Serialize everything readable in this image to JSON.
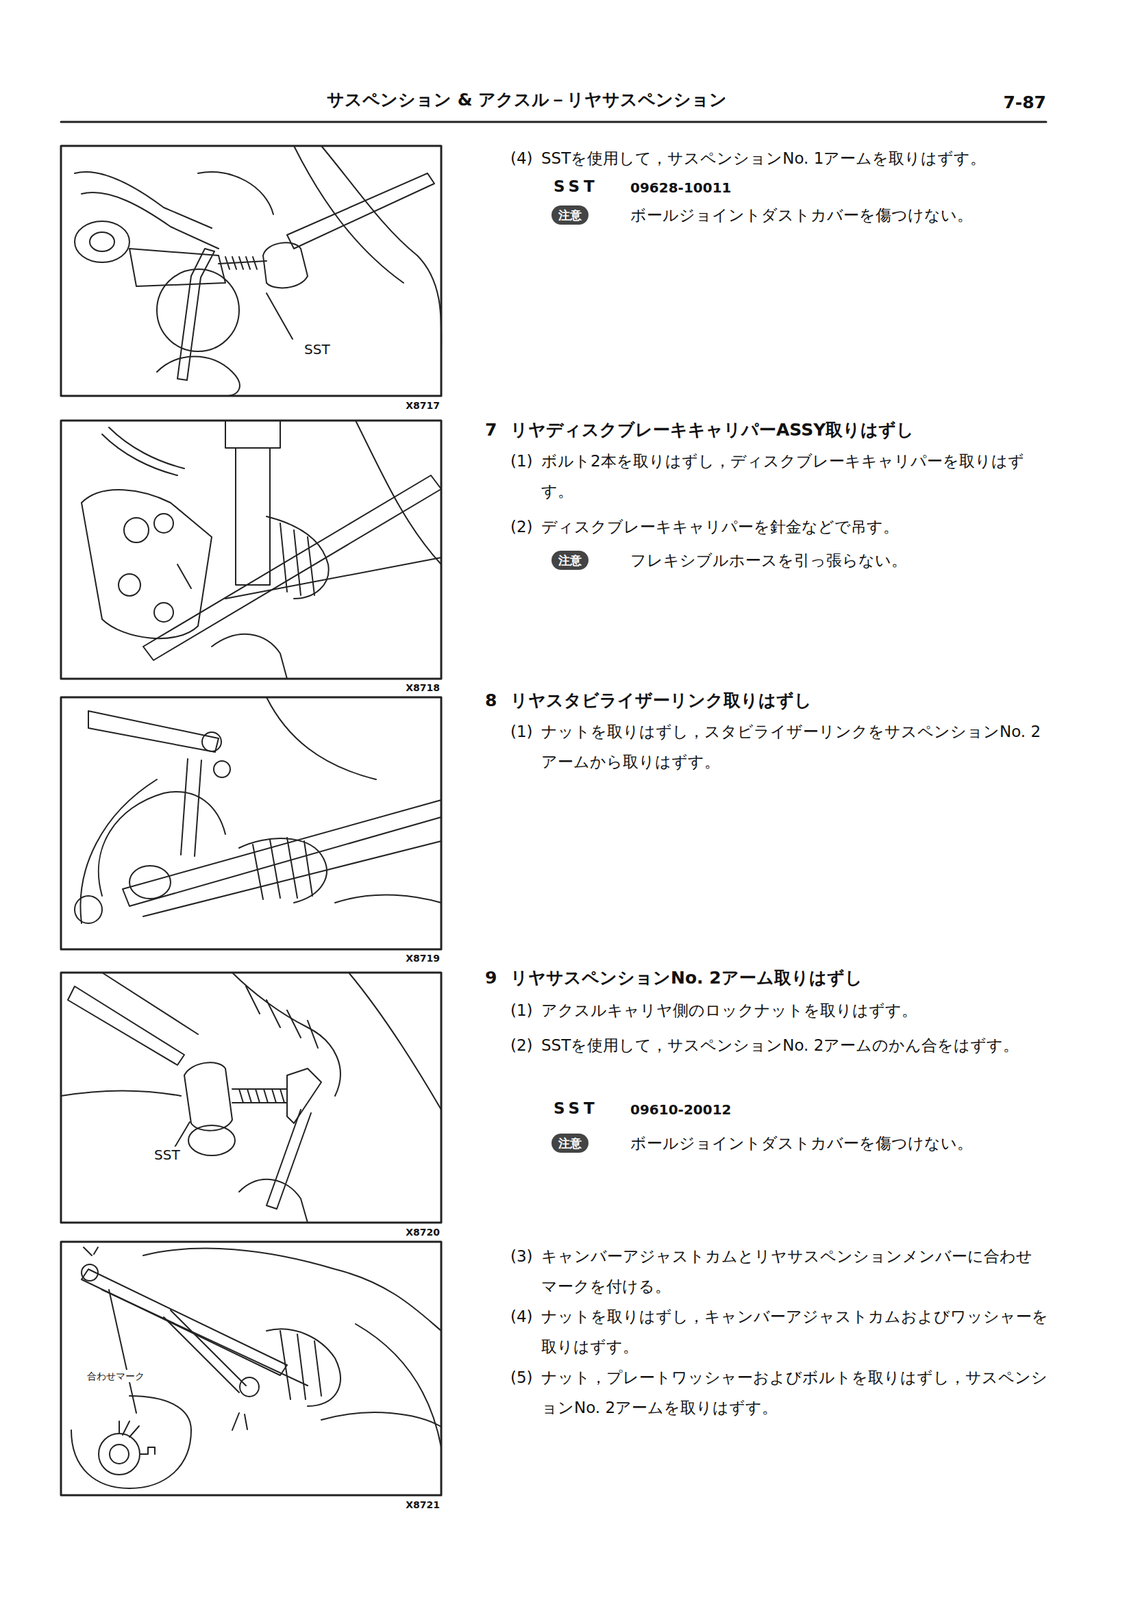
{
  "diagram": {
    "title": "サスペンション & アクスル－リヤサスペンション",
    "labels": [
      "7-87",
      "X8717",
      "SST",
      "X8718",
      "X8719",
      "SST",
      "X8720",
      "合わせマーク",
      "X8721",
      "(4)",
      "SSTを使用して，サスペンションNo. 1アームを取りはずす。",
      "SST",
      "09628-10011",
      "注意",
      "ボールジョイントダストカバーを傷つけない。",
      "7",
      "リヤディスクブレーキキャリパーASSY取りはずし",
      "(1)",
      "ボルト2本を取りはずし，ディスクブレーキキャリパーを取りはずす。",
      "(2)",
      "ディスクブレーキキャリパーを針金などで吊す。",
      "注意",
      "フレキシブルホースを引っ張らない。",
      "8",
      "リヤスタビライザーリンク取りはずし",
      "(1)",
      "ナットを取りはずし，スタビライザーリンクをサスペンションNo. 2アームから取りはずす。",
      "9",
      "リヤサスペンションNo. 2アーム取りはずし",
      "(1)",
      "アクスルキャリヤ側のロックナットを取りはずす。",
      "(2)",
      "SSTを使用して，サスペンションNo. 2アームのかん合をはずす。",
      "SST",
      "09610-20012",
      "注意",
      "ボールジョイントダストカバーを傷つけない。",
      "(3)",
      "キャンバーアジャストカムとリヤサスペンションメンバーに合わせマークを付ける。",
      "(4)",
      "ナットを取りはずし，キャンバーアジャストカムおよびワッシャーを取りはずす。",
      "(5)",
      "ナット，プレートワッシャーおよびボルトを取りはずし，サスペンションNo. 2アームを取りはずす。"
    ]
  }
}
